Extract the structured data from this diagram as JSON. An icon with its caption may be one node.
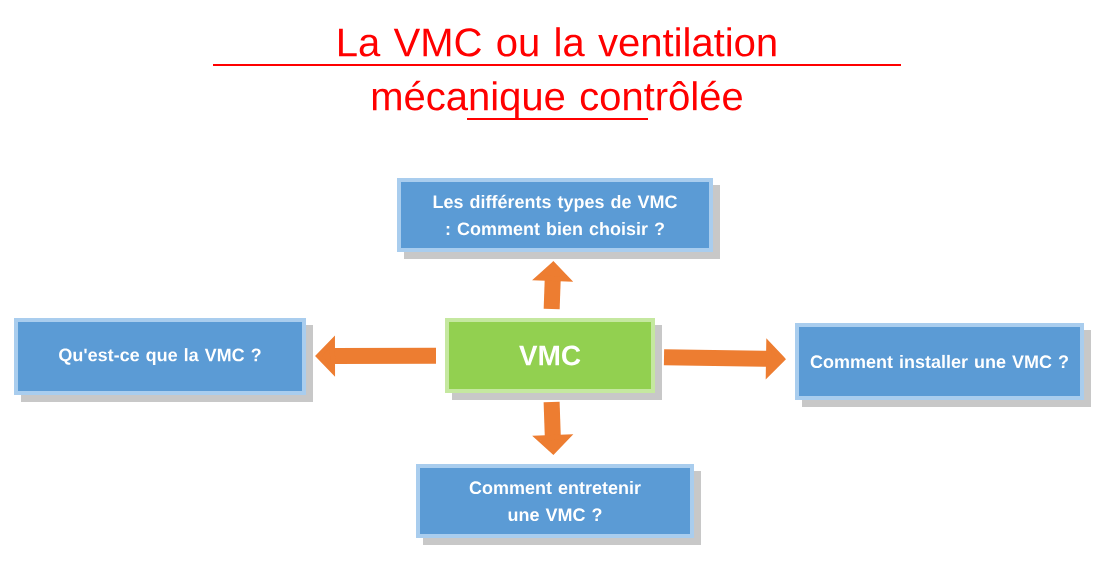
{
  "diagram": {
    "title": "La VMC ou la ventilation mécanique contrôlée",
    "nodes": [
      {
        "text": [
          "VMC"
        ]
      },
      {
        "text": [
          "Les différents types de VMC : Comment bien choisir ?"
        ]
      },
      {
        "text": [
          "Qu'est-ce que la VMC ?"
        ]
      },
      {
        "text": [
          "Comment installer une VMC ?"
        ]
      },
      {
        "text": [
          "Comment entretenir une VMC ?"
        ]
      }
    ],
    "edges": [
      {
        "from": 0,
        "to": 1,
        "arrow": "to"
      },
      {
        "from": 0,
        "to": 2,
        "arrow": "to"
      },
      {
        "from": 0,
        "to": 3,
        "arrow": "to"
      },
      {
        "from": 0,
        "to": 4,
        "arrow": "to"
      }
    ]
  }
}
